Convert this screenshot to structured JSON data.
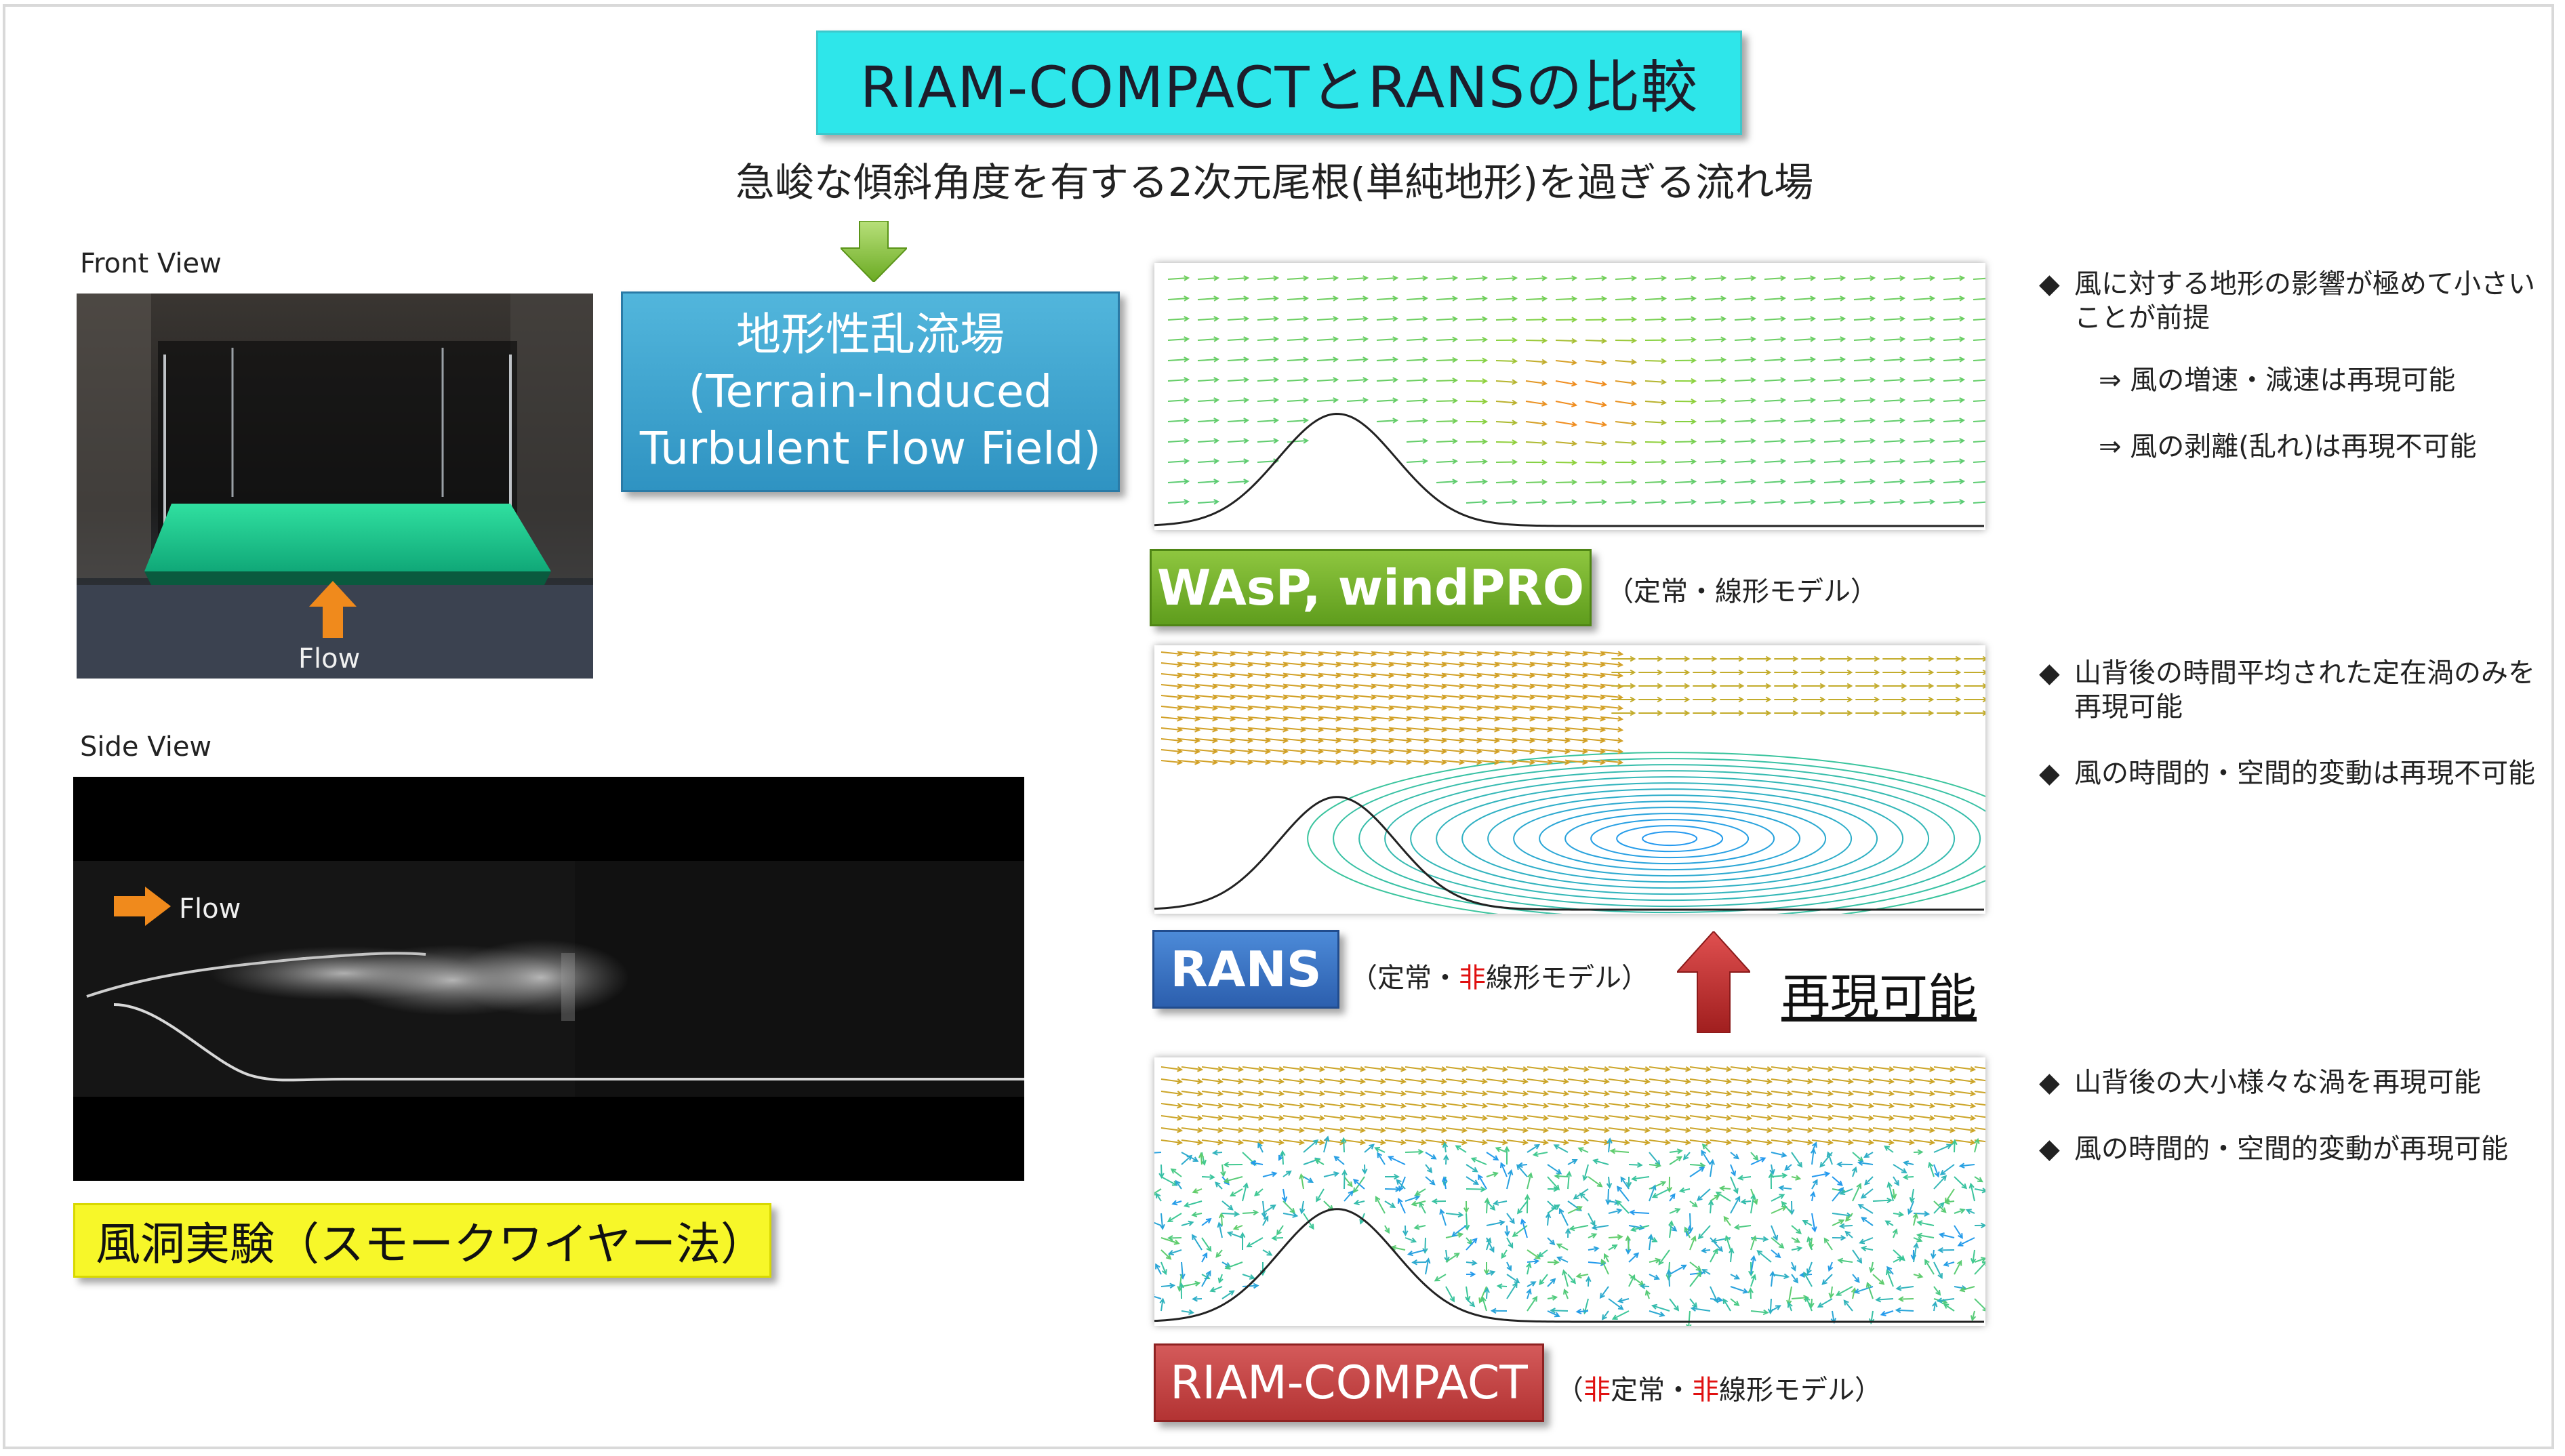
{
  "title": "RIAM-COMPACTとRANSの比較",
  "subtitle": "急峻な傾斜角度を有する2次元尾根(単純地形)を過ぎる流れ場",
  "terrain_box": {
    "line1": "地形性乱流場",
    "line2": "(Terrain-Induced",
    "line3": "Turbulent Flow Field)"
  },
  "front_view": {
    "label": "Front  View",
    "flow_label": "Flow"
  },
  "side_view": {
    "label": "Side  View",
    "flow_label": "Flow"
  },
  "wind_tunnel_label": "風洞実験（スモークワイヤー法）",
  "models": {
    "wasp": {
      "label": "WAsP, windPRO",
      "type": "（定常・線形モデル）"
    },
    "rans": {
      "label": "RANS",
      "type_pre": "（定常・",
      "type_red": "非",
      "type_post": "線形モデル）"
    },
    "riam": {
      "label": "RIAM-COMPACT",
      "type_open": "（",
      "type_red1": "非",
      "type_mid": "定常・",
      "type_red2": "非",
      "type_post": "線形モデル）"
    }
  },
  "reproducible_label": "再現可能",
  "bullets": {
    "wasp": {
      "main": "風に対する地形の影響が極めて小さいことが前提",
      "sub1": "⇒ 風の増速・減速は再現可能",
      "sub2": "⇒ 風の剥離(乱れ)は再現不可能"
    },
    "rans": {
      "item1": "山背後の時間平均された定在渦のみを再現可能",
      "item2": "風の時間的・空間的変動は再現不可能"
    },
    "riam": {
      "item1": "山背後の大小様々な渦を再現可能",
      "item2": "風の時間的・空間的変動が再現可能"
    },
    "marker": "◆"
  },
  "colors": {
    "title_bg": "#2ee6ea",
    "terrain_bg": "#3fa6d0",
    "wasp_green": "#7ab531",
    "rans_blue": "#3a74c4",
    "riam_red": "#c44444",
    "wind_yellow": "#f7f729",
    "arrow_red": "#c42a2a",
    "arrow_green": "#8cc63f",
    "arrow_orange": "#f08a1c"
  }
}
